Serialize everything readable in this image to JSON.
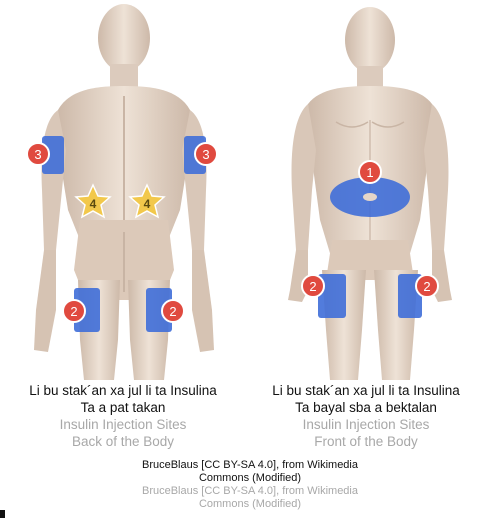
{
  "colors": {
    "zone_fill": "#3f6ed8",
    "badge_red": "#e04a3f",
    "star_gold": "#f2c84b",
    "skin": "#e6d6c8",
    "caption_main": "#111111",
    "caption_sub": "#a8a8a8"
  },
  "markers": {
    "arm_back": "3",
    "lower_back": "4",
    "thigh": "2",
    "abdomen": "1"
  },
  "back_caption": {
    "line1": "Li bu stak´an xa jul li ta Insulina",
    "line2": "Ta a pat takan",
    "line3": "Insulin Injection Sites",
    "line4": "Back of the Body"
  },
  "front_caption": {
    "line1": "Li bu stak´an xa jul li ta Insulina",
    "line2": "Ta bayal sba a bektalan",
    "line3": "Insulin Injection Sites",
    "line4": "Front of the Body"
  },
  "credit": {
    "line1": "BruceBlaus [CC BY-SA 4.0], from Wikimedia",
    "line2": "Commons (Modified)",
    "line3": "BruceBlaus [CC BY-SA 4.0], from Wikimedia",
    "line4": "Commons (Modified)"
  }
}
